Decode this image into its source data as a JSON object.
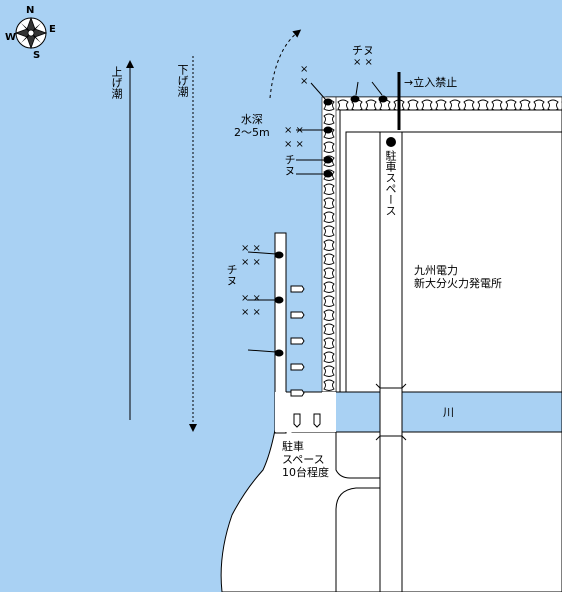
{
  "compass": {
    "n": "N",
    "e": "E",
    "s": "S",
    "w": "W"
  },
  "labels": {
    "rising_tide": "上げ潮",
    "falling_tide": "下げ潮",
    "water_depth": "水深\n2～5m",
    "chinu": "チヌ",
    "no_entry": "→立入禁止",
    "parking": "駐車スペース",
    "power_plant": "九州電力\n新大分火力発電所",
    "river": "川",
    "parking_lot": "駐車\nスペース\n10台程度",
    "cross_mark": "× ×"
  },
  "colors": {
    "sea": "#a9d1f3",
    "land": "#ffffff",
    "line": "#000000"
  },
  "icons": {
    "compass": "compass-rose-icon",
    "fishing_spot": "fishing-float-icon",
    "tetrapod": "tetrapod-icon",
    "bollard": "bollard-icon"
  }
}
